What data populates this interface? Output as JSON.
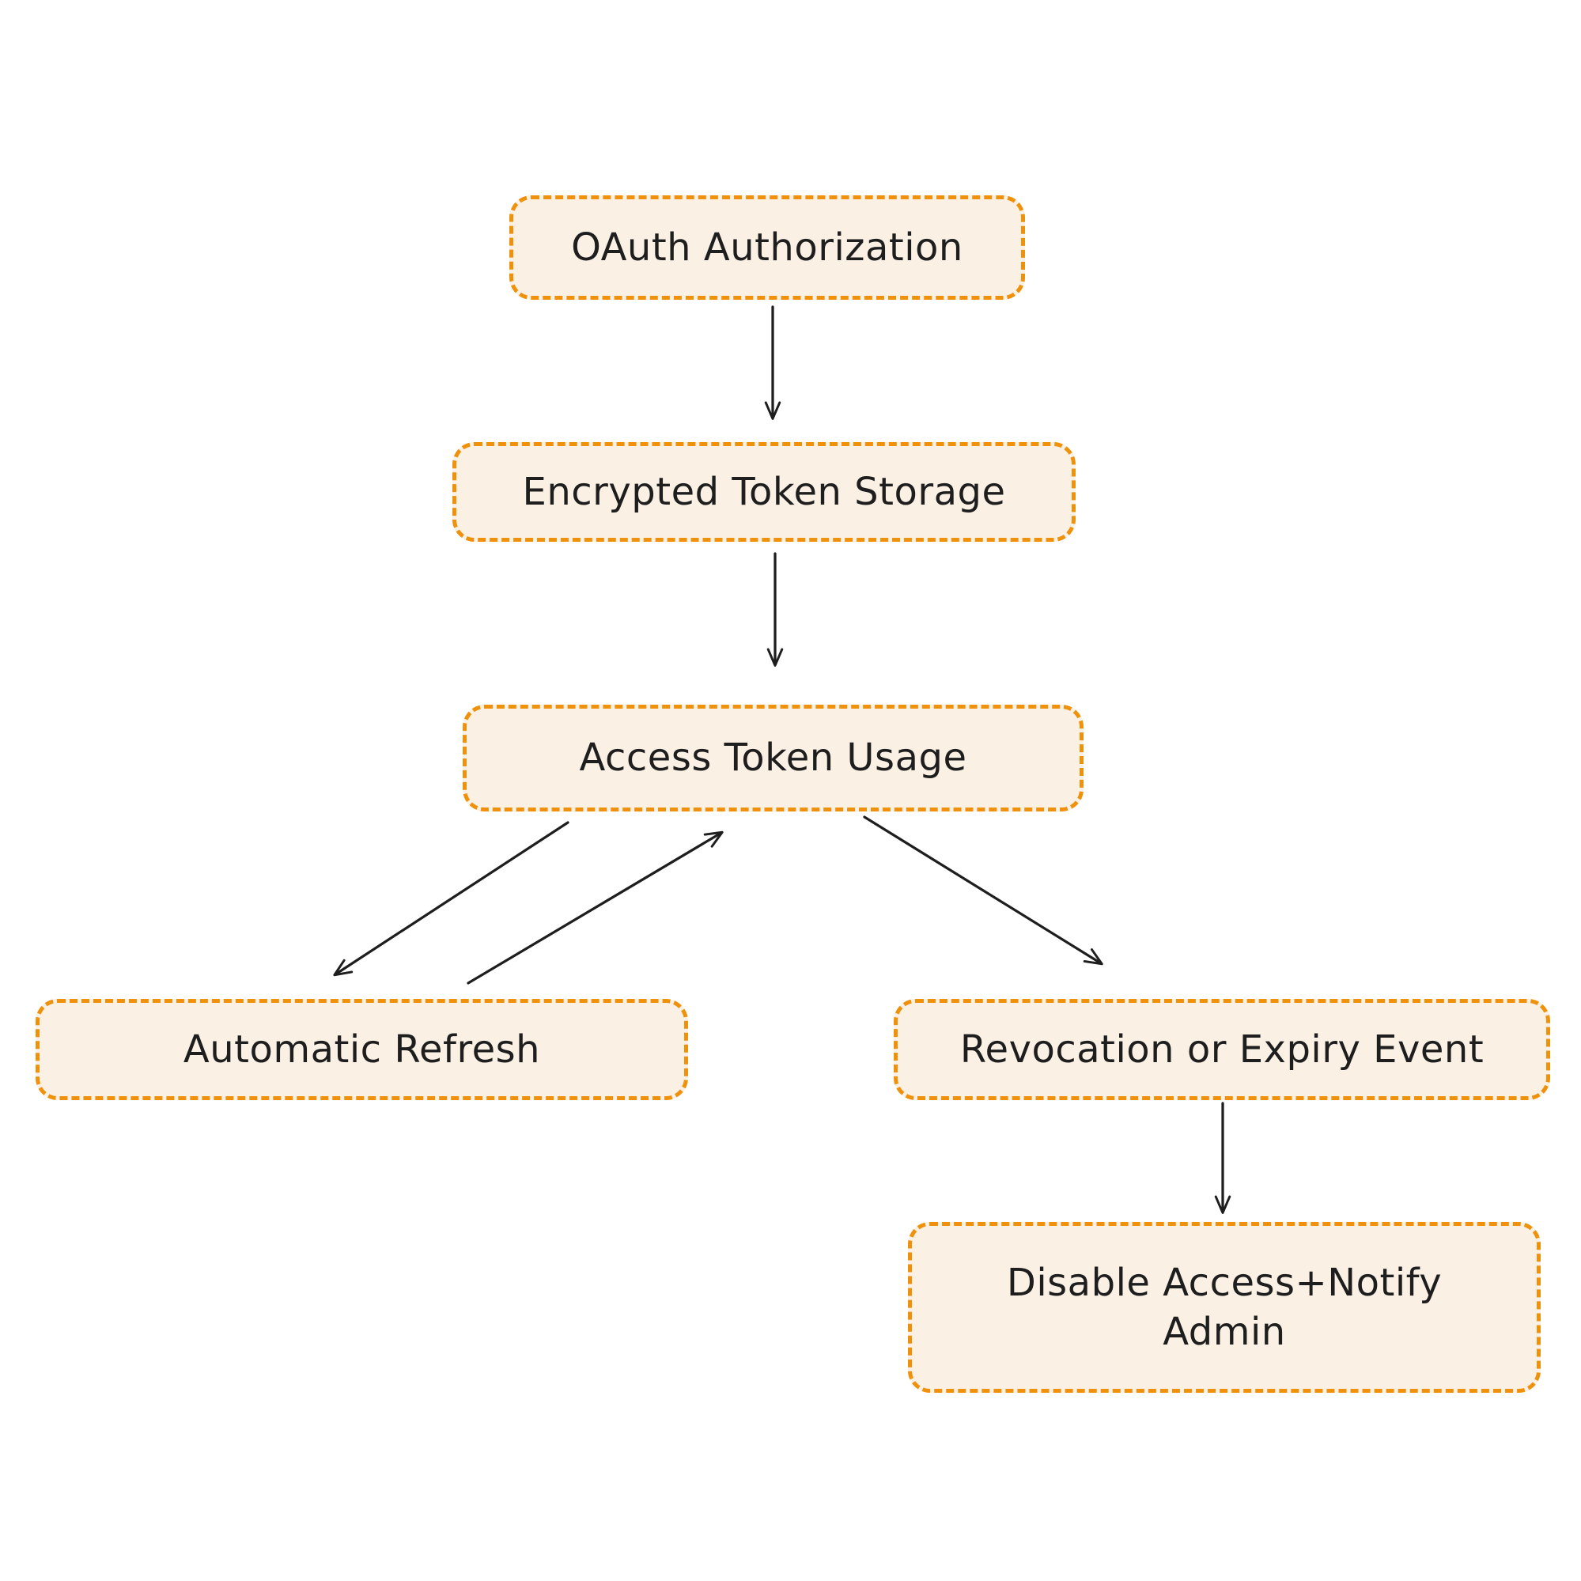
{
  "diagram": {
    "type": "flowchart",
    "nodes": {
      "oauth": {
        "label": "OAuth Authorization"
      },
      "storage": {
        "label": "Encrypted Token Storage"
      },
      "usage": {
        "label": "Access Token Usage"
      },
      "refresh": {
        "label": "Automatic Refresh"
      },
      "revocation": {
        "label": "Revocation or Expiry Event"
      },
      "disable": {
        "label": "Disable Access+Notify Admin"
      }
    },
    "edges": [
      {
        "from": "oauth",
        "to": "storage"
      },
      {
        "from": "storage",
        "to": "usage"
      },
      {
        "from": "usage",
        "to": "refresh"
      },
      {
        "from": "refresh",
        "to": "usage"
      },
      {
        "from": "usage",
        "to": "revocation"
      },
      {
        "from": "revocation",
        "to": "disable"
      }
    ],
    "colors": {
      "node_border": "#f0910c",
      "node_fill": "#faf0e4",
      "text": "#1e1e1e",
      "arrow": "#1e1e1e",
      "background": "#ffffff"
    }
  }
}
